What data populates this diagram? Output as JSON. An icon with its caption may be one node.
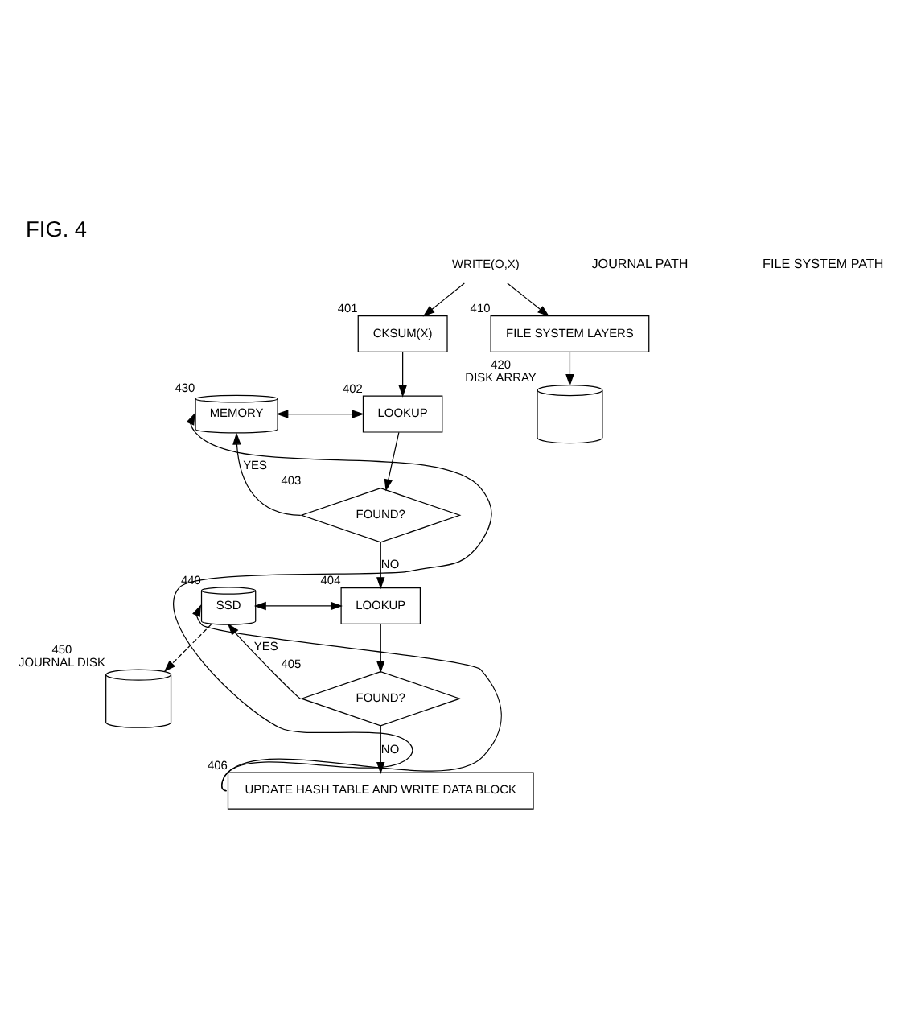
{
  "diagram": {
    "title": "FIG. 4",
    "nodes": [
      {
        "text": [
          "WRITE(O,X)"
        ]
      },
      {
        "text": [
          "CKSUM(X)"
        ],
        "beside": [
          "401"
        ]
      },
      {
        "text": [
          "FILE SYSTEM LAYERS"
        ],
        "beside": [
          "410"
        ]
      },
      {
        "text": [
          "MEMORY"
        ],
        "beside": [
          "430"
        ]
      },
      {
        "text": [
          "LOOKUP"
        ],
        "beside": [
          "402"
        ]
      },
      {
        "text": [
          "FOUND?"
        ],
        "beside": [
          "403"
        ]
      },
      {
        "text": [
          "SSD"
        ],
        "beside": [
          "440"
        ]
      },
      {
        "text": [
          "LOOKUP"
        ],
        "beside": [
          "404"
        ]
      },
      {
        "text": [
          "FOUND?"
        ],
        "beside": [
          "405"
        ]
      },
      {
        "text": [
          "UPDATE HASH TABLE AND WRITE DATA BLOCK"
        ],
        "beside": [
          "406"
        ]
      },
      {
        "text": [],
        "shape": "cylinder",
        "beside": [
          "450",
          "JOURNAL DISK"
        ]
      },
      {
        "text": [],
        "shape": "cylinder",
        "beside": [
          "420",
          "DISK ARRAY"
        ]
      }
    ],
    "edges": [
      {
        "from": 0,
        "to": 1,
        "arrow": "to"
      },
      {
        "from": 0,
        "to": 2,
        "arrow": "to"
      },
      {
        "from": 1,
        "to": 4,
        "arrow": "to"
      },
      {
        "from": 3,
        "to": 4,
        "arrow": "both"
      },
      {
        "from": 4,
        "to": 5,
        "arrow": "to"
      },
      {
        "from": 5,
        "to": 3,
        "arrow": "to",
        "label": "YES"
      },
      {
        "from": 5,
        "to": 7,
        "arrow": "to",
        "label": "NO"
      },
      {
        "from": 6,
        "to": 7,
        "arrow": "both"
      },
      {
        "from": 7,
        "to": 8,
        "arrow": "to"
      },
      {
        "from": 8,
        "to": 6,
        "arrow": "to",
        "label": "YES"
      },
      {
        "from": 8,
        "to": 9,
        "arrow": "to",
        "label": "NO"
      },
      {
        "from": 9,
        "to": 3,
        "arrow": "to"
      },
      {
        "from": 9,
        "to": 6,
        "arrow": "to"
      },
      {
        "from": 6,
        "to": 10,
        "arrow": "to",
        "style": "dashed"
      },
      {
        "from": 2,
        "to": 11,
        "arrow": "to"
      }
    ],
    "labels": [
      "JOURNAL PATH",
      "FILE SYSTEM PATH"
    ]
  }
}
